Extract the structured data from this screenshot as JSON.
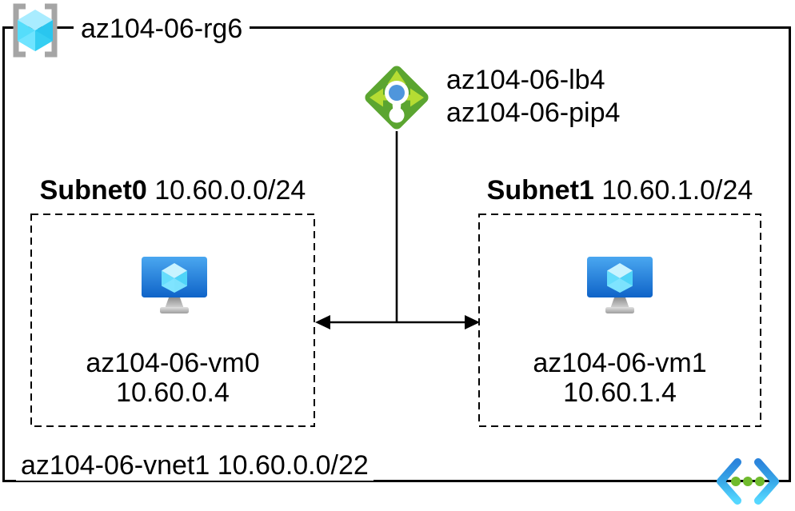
{
  "diagram": {
    "resource_group": {
      "label": "az104-06-rg6"
    },
    "load_balancer": {
      "name": "az104-06-lb4",
      "public_ip": "az104-06-pip4"
    },
    "subnets": [
      {
        "name": "Subnet0",
        "cidr": "10.60.0.0/24",
        "vm": {
          "name": "az104-06-vm0",
          "ip": "10.60.0.4"
        }
      },
      {
        "name": "Subnet1",
        "cidr": "10.60.1.0/24",
        "vm": {
          "name": "az104-06-vm1",
          "ip": "10.60.1.4"
        }
      }
    ],
    "vnet": {
      "name": "az104-06-vnet1",
      "cidr": "10.60.0.0/22"
    },
    "colors": {
      "border": "#000000",
      "rg_bracket_gray": "#A5A5A5",
      "cube_cyan_light": "#A9ECFF",
      "cube_cyan_mid": "#55DDFB",
      "cube_cyan_dark": "#29C6EF",
      "lb_diamond_green": "#5BA530",
      "lb_arrow_green": "#B5DC33",
      "lb_dot_blue": "#4F96DC",
      "vm_screen_blue_top": "#4AA7F0",
      "vm_screen_blue_bottom": "#0F63C8",
      "vnet_chevron_blue": "#2B84DC",
      "vnet_chevron_cyan": "#55D7FF",
      "vnet_dot_green": "#6FBA2C"
    }
  }
}
